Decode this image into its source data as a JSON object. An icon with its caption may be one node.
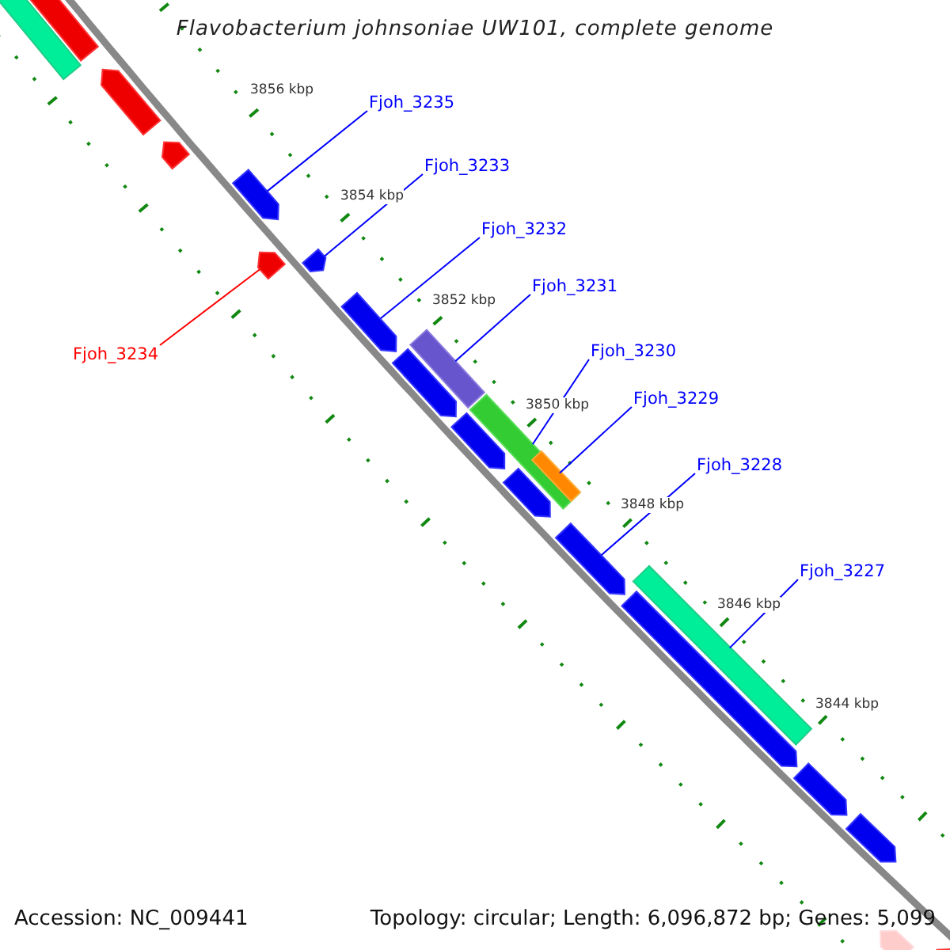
{
  "diagram": {
    "title": "Flavobacterium johnsoniae UW101, complete genome",
    "nodes": [
      {
        "text": [
          "Fjoh_3235"
        ]
      },
      {
        "text": [
          "Fjoh_3233"
        ]
      },
      {
        "text": [
          "Fjoh_3232"
        ]
      },
      {
        "text": [
          "Fjoh_3231"
        ]
      },
      {
        "text": [
          "Fjoh_3234"
        ]
      },
      {
        "text": [
          "Fjoh_3230"
        ]
      },
      {
        "text": [
          "Fjoh_3229"
        ]
      },
      {
        "text": [
          "Fjoh_3228"
        ]
      },
      {
        "text": [
          "Fjoh_3227"
        ]
      },
      {
        "text": [],
        "shape": "arrow"
      },
      {
        "text": [],
        "shape": "arrow"
      },
      {
        "text": [],
        "shape": "arrow"
      },
      {
        "text": [],
        "shape": "arrow"
      },
      {
        "text": [],
        "shape": "arrow"
      },
      {
        "text": [],
        "shape": "arrow"
      },
      {
        "text": [],
        "shape": "arrow"
      },
      {
        "text": [],
        "shape": "arrow"
      },
      {
        "text": [],
        "shape": "bar"
      },
      {
        "text": [],
        "shape": "arrow"
      },
      {
        "text": [],
        "shape": "bar"
      },
      {
        "text": [],
        "shape": "arrow"
      },
      {
        "text": [],
        "shape": "bar",
        "in": 19
      },
      {
        "text": [],
        "shape": "arrow"
      },
      {
        "text": [],
        "shape": "arrow"
      },
      {
        "text": [],
        "shape": "bar"
      },
      {
        "text": [],
        "shape": "arrow"
      },
      {
        "text": [],
        "shape": "arrow"
      },
      {
        "text": [],
        "shape": "arrow"
      },
      {
        "text": [],
        "shape": "arrow"
      },
      {
        "text": [],
        "shape": "arrow"
      }
    ],
    "edges": [
      {
        "from": 0,
        "to": 13,
        "arrow": "none"
      },
      {
        "from": 1,
        "to": 15,
        "arrow": "none"
      },
      {
        "from": 2,
        "to": 16,
        "arrow": "none"
      },
      {
        "from": 3,
        "to": 17,
        "arrow": "none"
      },
      {
        "from": 4,
        "to": 14,
        "arrow": "none",
        "color": "#ff0000"
      },
      {
        "from": 5,
        "to": 19,
        "arrow": "none"
      },
      {
        "from": 6,
        "to": 21,
        "arrow": "none"
      },
      {
        "from": 7,
        "to": 23,
        "arrow": "none"
      },
      {
        "from": 8,
        "to": 24,
        "arrow": "none"
      }
    ],
    "labels": [
      "3856 kbp",
      "3854 kbp",
      "3852 kbp",
      "3850 kbp",
      "3848 kbp",
      "3846 kbp",
      "3844 kbp",
      "Accession: NC_009441",
      "Topology: circular; Length: 6,096,872 bp; Genes: 5,099"
    ]
  }
}
